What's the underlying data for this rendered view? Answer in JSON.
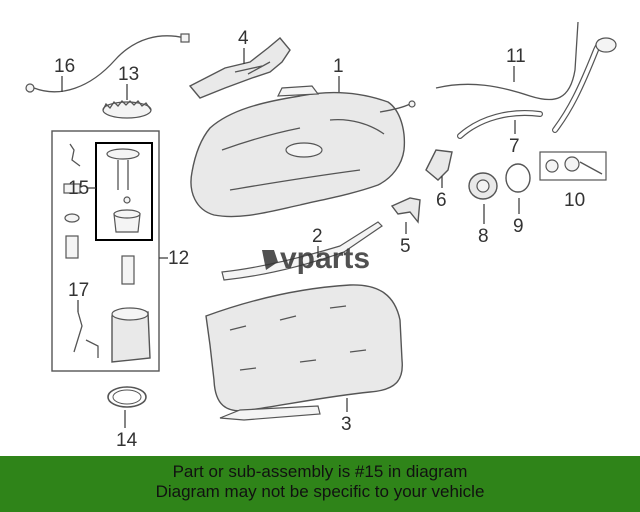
{
  "watermark": {
    "brand": "vparts",
    "mark_color": "#333333"
  },
  "callouts": {
    "c1": "1",
    "c2": "2",
    "c3": "3",
    "c4": "4",
    "c5": "5",
    "c6": "6",
    "c7": "7",
    "c8": "8",
    "c9": "9",
    "c10": "10",
    "c11": "11",
    "c12": "12",
    "c13": "13",
    "c14": "14",
    "c15": "15",
    "c16": "16",
    "c17": "17"
  },
  "banner": {
    "line1": "Part or sub-assembly is #15 in diagram",
    "line2": "Diagram may not be specific to your vehicle",
    "background": "#2f8419"
  },
  "highlight_box_color": "#000000"
}
